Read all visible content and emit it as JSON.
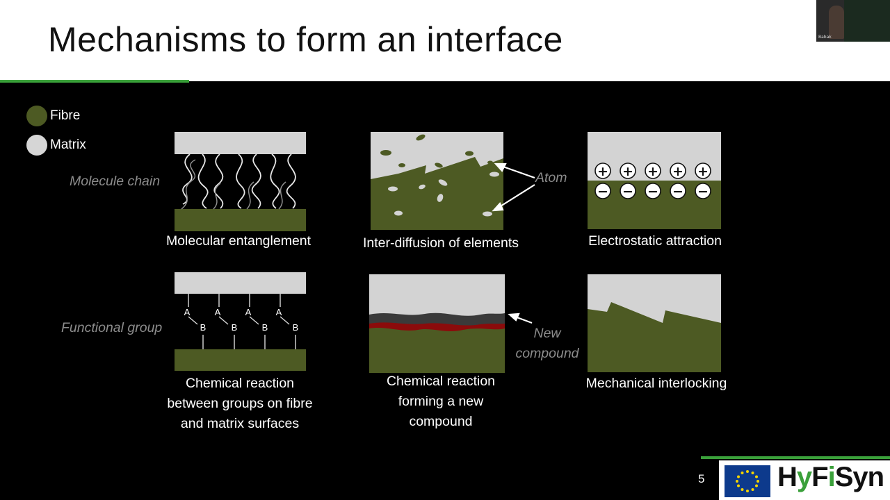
{
  "slide": {
    "title": "Mechanisms to form an interface",
    "page_number": "5"
  },
  "webcam": {
    "name": "Babak"
  },
  "legend": [
    {
      "label": "Fibre",
      "color": "#4d5a23"
    },
    {
      "label": "Matrix",
      "color": "#d6d6d6"
    }
  ],
  "colors": {
    "fibre": "#4d5a23",
    "matrix": "#d3d3d3",
    "accent_green": "#3aa03a",
    "compound_red": "#8b0b0b",
    "compound_dark": "#3a3a3a"
  },
  "panels": {
    "molecular": {
      "caption": "Molecular entanglement",
      "annotation": "Molecule chain"
    },
    "diffusion": {
      "caption": "Inter-diffusion of elements",
      "annotation": "Atom"
    },
    "electrostatic": {
      "caption": "Electrostatic attraction",
      "plus": "+",
      "minus": "−"
    },
    "chemical_groups": {
      "caption_lines": [
        "Chemical reaction",
        "between groups on fibre",
        "and matrix surfaces"
      ],
      "annotation": "Functional group",
      "group_a": "A",
      "group_b": "B"
    },
    "compound": {
      "caption_lines": [
        "Chemical reaction",
        "forming a new",
        "compound"
      ],
      "annotation_lines": [
        "New",
        "compound"
      ]
    },
    "interlocking": {
      "caption": "Mechanical interlocking"
    }
  },
  "footer": {
    "logo_parts": [
      "H",
      "y",
      "F",
      "i",
      "Syn"
    ]
  }
}
